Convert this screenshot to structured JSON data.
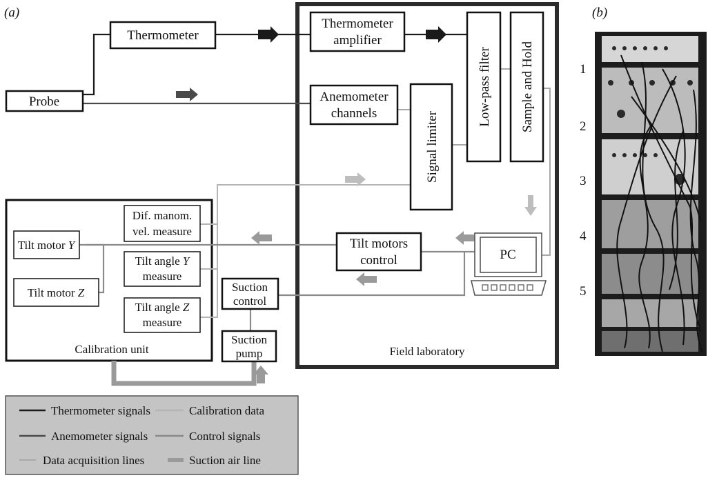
{
  "panel_a": {
    "label": "(a)"
  },
  "panel_b": {
    "label": "(b)",
    "rack_numbers": [
      "1",
      "2",
      "3",
      "4",
      "5"
    ]
  },
  "blocks": {
    "thermometer": "Thermometer",
    "probe": "Probe",
    "therm_amp_1": "Thermometer",
    "therm_amp_2": "amplifier",
    "anemo_1": "Anemometer",
    "anemo_2": "channels",
    "signal_limiter": "Signal limiter",
    "lowpass": "Low-pass filter",
    "sample_hold": "Sample and Hold",
    "pc": "PC",
    "tilt_ctrl_1": "Tilt motors",
    "tilt_ctrl_2": "control",
    "suction_ctrl_1": "Suction",
    "suction_ctrl_2": "control",
    "suction_pump_1": "Suction",
    "suction_pump_2": "pump",
    "difmanom_1": "Dif. manom.",
    "difmanom_2": "vel. measure",
    "tiltY_motor_text": "Tilt motor ",
    "tiltY_motor_var": "Y",
    "tiltZ_motor_text": "Tilt motor ",
    "tiltZ_motor_var": "Z",
    "tiltY_angle_1_text": "Tilt angle ",
    "tiltY_angle_1_var": "Y",
    "tiltY_angle_2": "measure",
    "tiltZ_angle_1_text": "Tilt angle ",
    "tiltZ_angle_1_var": "Z",
    "tiltZ_angle_2": "measure",
    "calibration_unit": "Calibration unit",
    "field_lab": "Field laboratory"
  },
  "legend": [
    {
      "label": "Thermometer signals",
      "color": "#1a1a1a"
    },
    {
      "label": "Calibration data",
      "color": "#b5b5b5"
    },
    {
      "label": "Anemometer signals",
      "color": "#4a4a4a"
    },
    {
      "label": "Control signals",
      "color": "#8a8a8a"
    },
    {
      "label": "Data acquisition lines",
      "color": "#a8a8a8"
    },
    {
      "label": "Suction air line",
      "color": "#9a9a9a"
    }
  ]
}
